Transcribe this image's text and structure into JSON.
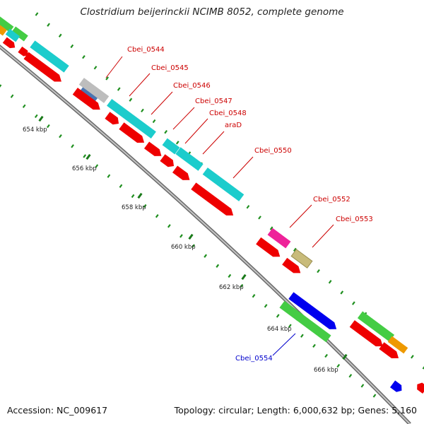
{
  "title": "Clostridium beijerinckii NCIMB 8052, complete genome",
  "footer": {
    "accession": "Accession: NC_009617",
    "stats": "Topology: circular; Length: 6,000,632 bp; Genes: 5,160"
  },
  "colors": {
    "backbone": "#8e8e8e",
    "tick": "#1f8f1f",
    "label_red": "#cc0000",
    "label_blue": "#0000cc"
  },
  "ticks": [
    {
      "label": "654 kbp"
    },
    {
      "label": "656 kbp"
    },
    {
      "label": "658 kbp"
    },
    {
      "label": "660 kbp"
    },
    {
      "label": "662 kbp"
    },
    {
      "label": "664 kbp"
    },
    {
      "label": "666 kbp"
    }
  ],
  "gene_labels": [
    {
      "text": "Cbei_0544",
      "color": "red"
    },
    {
      "text": "Cbei_0545",
      "color": "red"
    },
    {
      "text": "Cbei_0546",
      "color": "red"
    },
    {
      "text": "Cbei_0547",
      "color": "red"
    },
    {
      "text": "Cbei_0548",
      "color": "red"
    },
    {
      "text": "araD",
      "color": "red"
    },
    {
      "text": "Cbei_0550",
      "color": "red"
    },
    {
      "text": "Cbei_0552",
      "color": "red"
    },
    {
      "text": "Cbei_0553",
      "color": "red"
    },
    {
      "text": "Cbei_0554",
      "color": "blue"
    }
  ]
}
